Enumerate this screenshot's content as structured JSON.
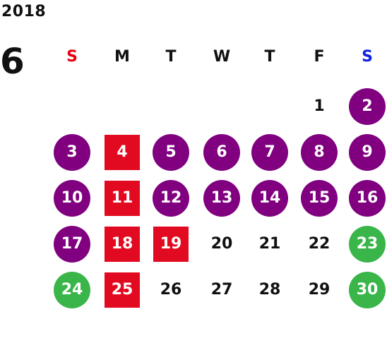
{
  "calendar": {
    "year": "2018",
    "month": "6",
    "colors": {
      "sunday_label": "#e8000f",
      "saturday_label": "#1021e0",
      "default_label": "#111111",
      "purple": "#800080",
      "red": "#e20a20",
      "green": "#3ab54a",
      "plain_text": "#111111"
    },
    "weekdays": [
      {
        "label": "S",
        "type": "sun"
      },
      {
        "label": "M",
        "type": "weekday"
      },
      {
        "label": "T",
        "type": "weekday"
      },
      {
        "label": "W",
        "type": "weekday"
      },
      {
        "label": "T",
        "type": "weekday"
      },
      {
        "label": "F",
        "type": "weekday"
      },
      {
        "label": "S",
        "type": "sat"
      }
    ],
    "weeks": [
      [
        null,
        null,
        null,
        null,
        null,
        {
          "day": "1",
          "style": "plain"
        },
        {
          "day": "2",
          "style": "purple"
        }
      ],
      [
        {
          "day": "3",
          "style": "purple"
        },
        {
          "day": "4",
          "style": "red"
        },
        {
          "day": "5",
          "style": "purple"
        },
        {
          "day": "6",
          "style": "purple"
        },
        {
          "day": "7",
          "style": "purple"
        },
        {
          "day": "8",
          "style": "purple"
        },
        {
          "day": "9",
          "style": "purple"
        }
      ],
      [
        {
          "day": "10",
          "style": "purple"
        },
        {
          "day": "11",
          "style": "red"
        },
        {
          "day": "12",
          "style": "purple"
        },
        {
          "day": "13",
          "style": "purple"
        },
        {
          "day": "14",
          "style": "purple"
        },
        {
          "day": "15",
          "style": "purple"
        },
        {
          "day": "16",
          "style": "purple"
        }
      ],
      [
        {
          "day": "17",
          "style": "purple"
        },
        {
          "day": "18",
          "style": "red"
        },
        {
          "day": "19",
          "style": "red"
        },
        {
          "day": "20",
          "style": "plain"
        },
        {
          "day": "21",
          "style": "plain"
        },
        {
          "day": "22",
          "style": "plain"
        },
        {
          "day": "23",
          "style": "green"
        }
      ],
      [
        {
          "day": "24",
          "style": "green"
        },
        {
          "day": "25",
          "style": "red"
        },
        {
          "day": "26",
          "style": "plain"
        },
        {
          "day": "27",
          "style": "plain"
        },
        {
          "day": "28",
          "style": "plain"
        },
        {
          "day": "29",
          "style": "plain"
        },
        {
          "day": "30",
          "style": "green"
        }
      ]
    ]
  }
}
